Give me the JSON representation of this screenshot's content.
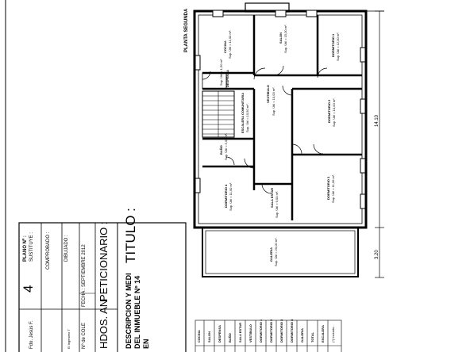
{
  "plan_title": "PLANTA SEGUNDA",
  "dimensions": {
    "depth": "14.10",
    "balcony": "3.20"
  },
  "rooms": [
    {
      "name": "COCINA",
      "area": "Sup. Útil = 11,00 m²."
    },
    {
      "name": "SALON",
      "area": "Sup. Útil = 15,00 m²."
    },
    {
      "name": "DORMITORIO 1",
      "area": "Sup. Útil = 12,00 m²."
    },
    {
      "name": "DESPENSA",
      "area": "Sup. Útil = 1,50 m²."
    },
    {
      "name": "VESTIBULO",
      "area": "Sup. Útil = 10,00 m²."
    },
    {
      "name": "ESCALERA COMUNITARIA",
      "area": "Sup. Útil = 10,50 m²."
    },
    {
      "name": "DORMITORIO 2",
      "area": "Sup. Útil = 10,00 m²."
    },
    {
      "name": "BAÑO",
      "area": "Sup. Útil = 5,00 m²."
    },
    {
      "name": "DORMITORIO 3",
      "area": "Sup. Útil = 11,00 m²."
    },
    {
      "name": "DORMITORIO 4",
      "area": "Sup. Útil = 11,00 m²."
    },
    {
      "name": "SALA ESTAR",
      "area": "Sup. Útil = 9,00 m²."
    },
    {
      "name": "GALERIA",
      "area": "Sup. Útil = 20,00 m²."
    }
  ],
  "title_block": {
    "titulo_label": "TITULO :",
    "titulo_value_1": "DESCRIPCION Y MEDI",
    "titulo_value_2": "DEL INMUEBLE Nº 14",
    "titulo_value_3": "EN",
    "peticionario_label": "PETICIONARIO :",
    "peticionario_value": "HDOS. AN",
    "fecha_label": "FECHA : SEPTIEMBRE 2012",
    "num_col": "Nº de COLE",
    "dibujado_label": "DIBUJADO :",
    "ingeniero": "El Ingeniero T",
    "comprobado_label": "COMPROBADO :",
    "sustituye_label": "SUSTITUYE :",
    "plano_label": "PLANO Nº :",
    "plano_number": "4",
    "firma": "Fdo. Jesús F."
  },
  "area_table": {
    "rows": [
      "COCINA",
      "SALON",
      "DESPENSA",
      "BAÑO",
      "SALA ESTAR",
      "VESTIBULO",
      "DORMITORIO 1",
      "DORMITORIO 2",
      "DORMITORIO 3",
      "DORMITORIO 4",
      "GALERIA",
      "TOTAL",
      "ESCALERA",
      "(*) Incluido..."
    ]
  }
}
